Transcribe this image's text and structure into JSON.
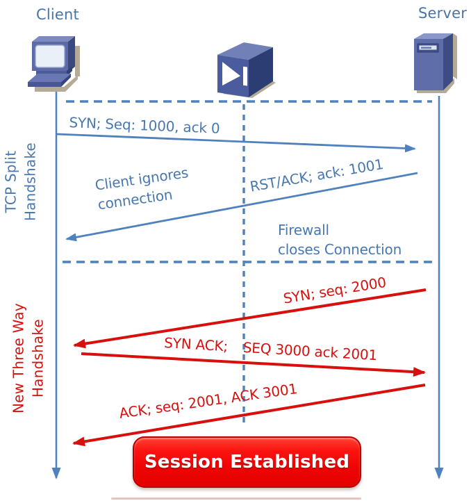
{
  "diagram": {
    "client_label": "Client",
    "server_label": "Server",
    "side_labels": {
      "tcp_split": {
        "line1": "TCP Split",
        "line2": "Handshake"
      },
      "new_three_way": {
        "line1": "New Three Way",
        "line2": "Handshake"
      }
    },
    "messages": {
      "syn1": "SYN; Seq: 1000, ack 0",
      "rst_ack": "RST/ACK; ack: 1001",
      "syn2": "SYN; seq: 2000",
      "syn_ack_part1": "SYN ACK;",
      "syn_ack_part2": "SEQ 3000 ack 2001",
      "ack": "ACK; seq: 2001, ACK 3001"
    },
    "annotations": {
      "client_ignores_line1": "Client ignores",
      "client_ignores_line2": "connection",
      "firewall_closes_line1": "Firewall",
      "firewall_closes_line2": "closes Connection"
    },
    "status_button": "Session Established",
    "colors": {
      "line_blue": "#4f81bd",
      "text_blue": "#4878b0",
      "red": "#d8100d",
      "button_red": "#f50a0a",
      "button_border": "#b80000",
      "icon_body": "#5f6da8",
      "icon_dark": "#36447f",
      "icon_light": "#8b97c6",
      "icon_shadow": "#b5aa95",
      "screen": "#eaf0f7"
    }
  }
}
